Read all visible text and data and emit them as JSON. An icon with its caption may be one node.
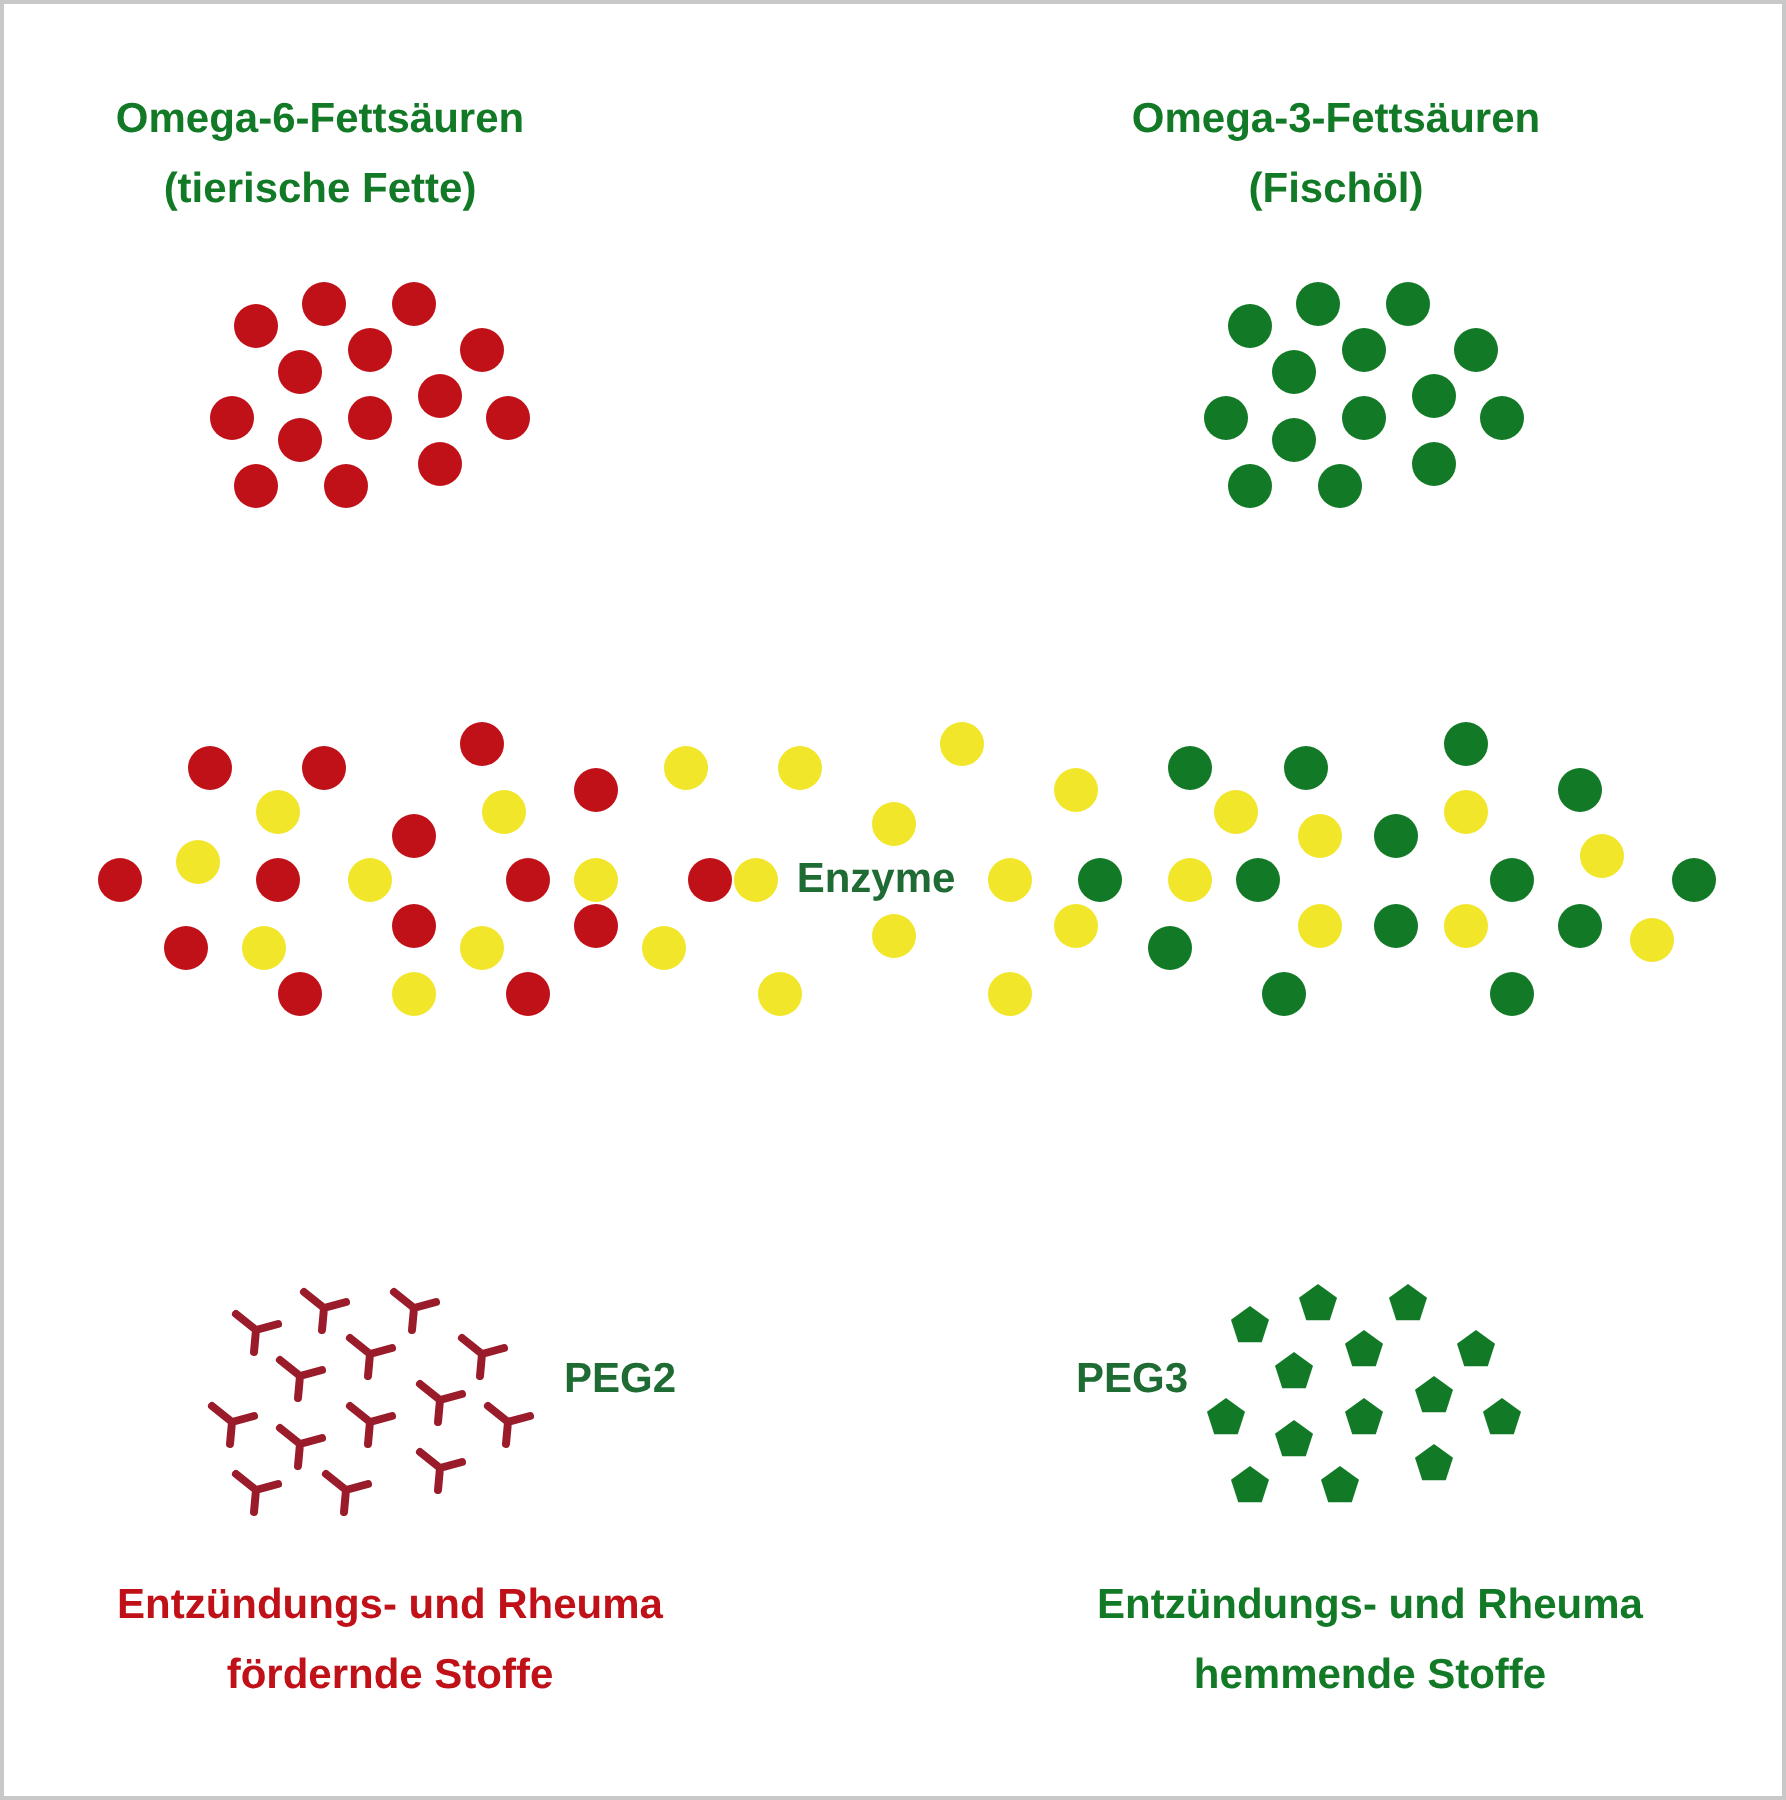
{
  "diagram": {
    "labels": [
      "Omega-6-Fettsäuren",
      "(tierische Fette)",
      "Omega-3-Fettsäuren",
      "(Fischöl)",
      "Enzyme",
      "PEG2",
      "PEG3",
      "Entzündungs- und Rheuma fördernde Stoffe",
      "Entzündungs- und Rheuma hemmende Stoffe"
    ]
  }
}
